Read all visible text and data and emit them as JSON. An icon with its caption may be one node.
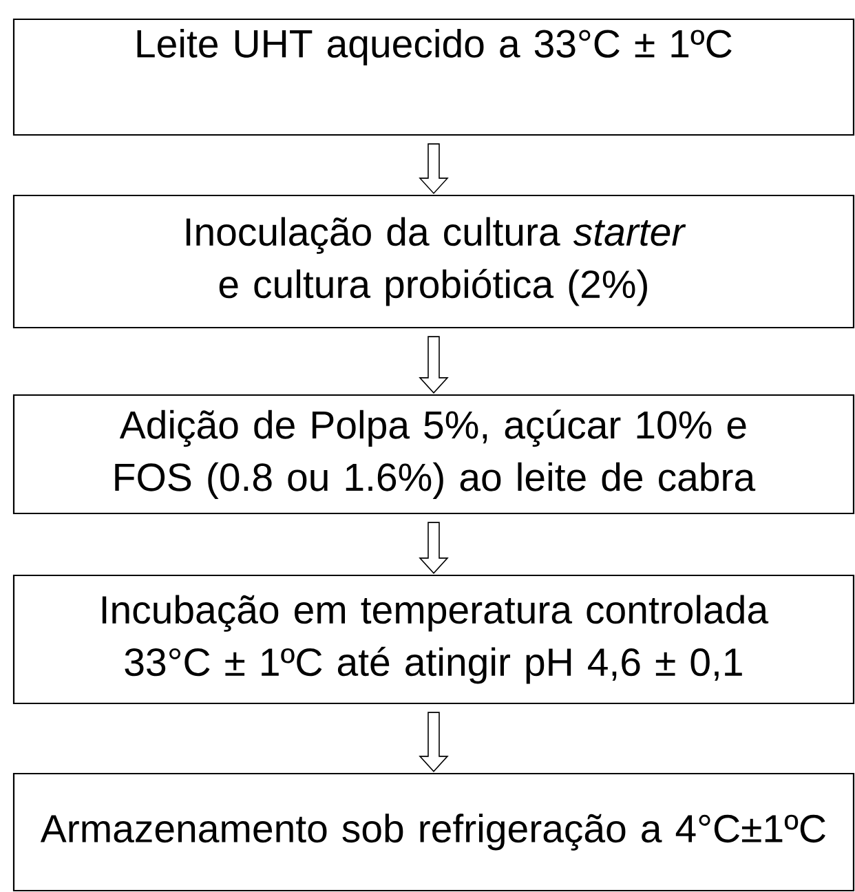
{
  "diagram": {
    "nodes": [
      {
        "text": [
          "Leite UHT aquecido a 33°C ± 1ºC"
        ]
      },
      {
        "text": [
          "Inoculação da cultura *starter* e cultura probiótica (2%)"
        ]
      },
      {
        "text": [
          "Adição de Polpa 5%, açúcar 10% e FOS (0.8 ou 1.6%) ao leite de cabra"
        ]
      },
      {
        "text": [
          "Incubação em temperatura controlada 33°C ± 1ºC até atingir pH 4,6 ± 0,1"
        ]
      },
      {
        "text": [
          "Armazenamento sob refrigeração a 4°C±1ºC"
        ]
      }
    ],
    "edges": [
      {
        "from": 0,
        "to": 1,
        "arrow": "to"
      },
      {
        "from": 1,
        "to": 2,
        "arrow": "to"
      },
      {
        "from": 2,
        "to": 3,
        "arrow": "to"
      },
      {
        "from": 3,
        "to": 4,
        "arrow": "to"
      }
    ]
  }
}
